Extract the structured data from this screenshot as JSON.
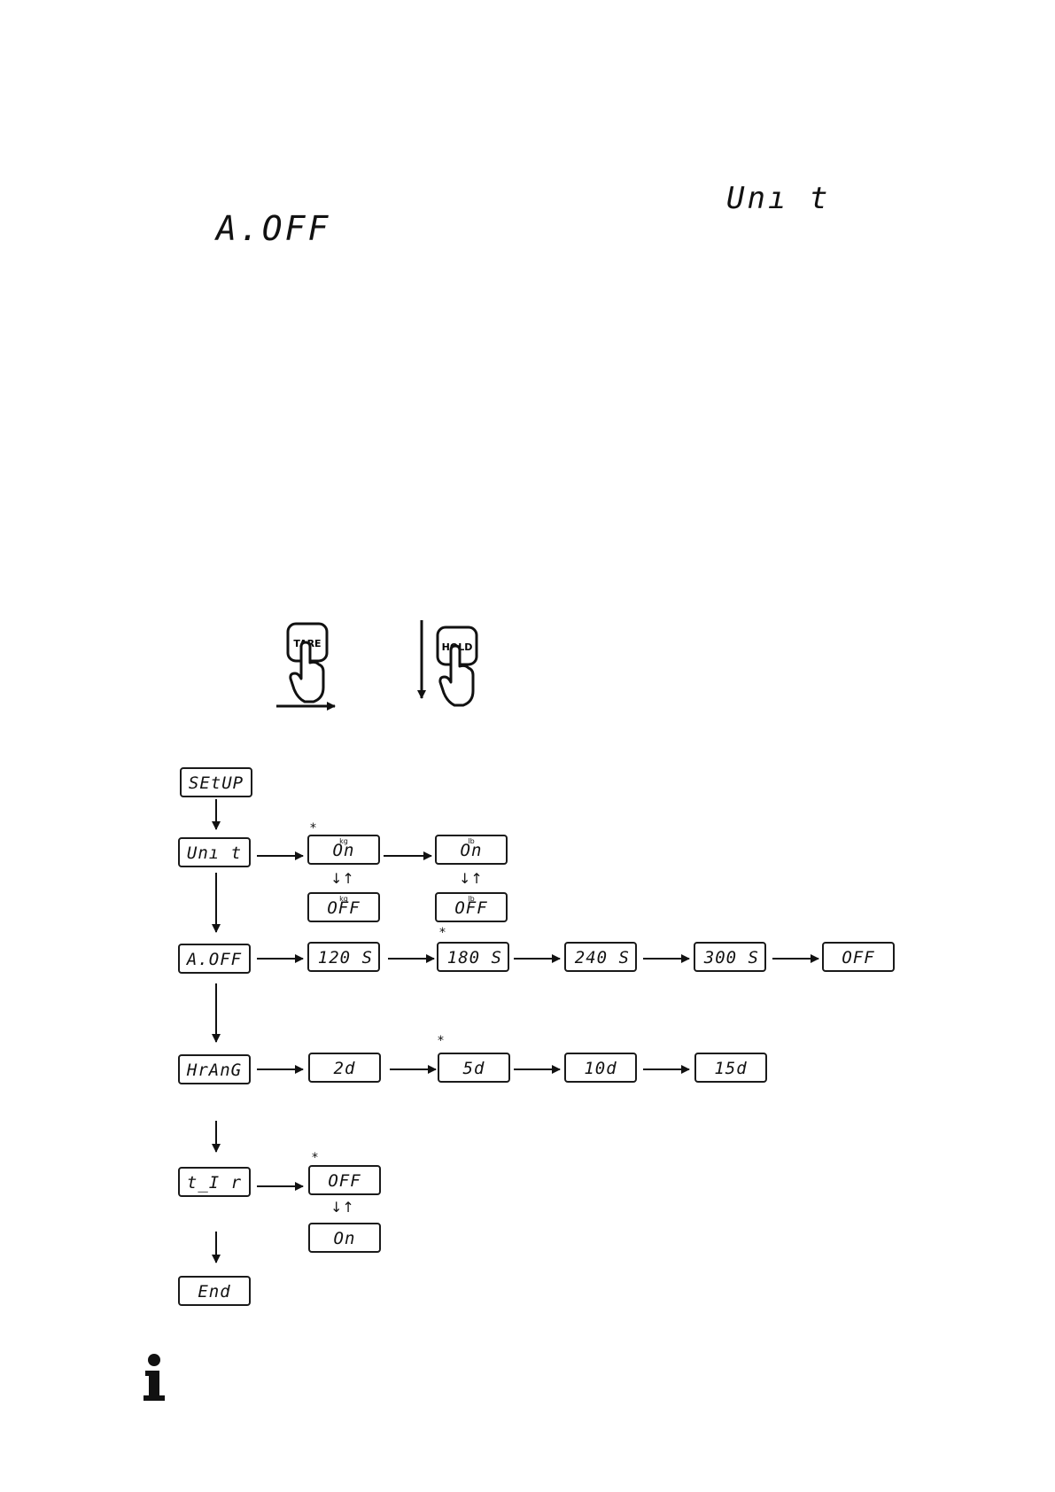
{
  "header": {
    "display_unit": "Unı t",
    "display_aoff": "A.OFF"
  },
  "keys": {
    "tare": "TARE",
    "hold": "HOLD"
  },
  "menu": {
    "setup": "SEtUP",
    "unit": "Unı t",
    "aoff": "A.OFF",
    "hrang": "HrAnG",
    "tir": "t_I r",
    "end": "End"
  },
  "unit_options": {
    "kg_on": {
      "unit": "kg",
      "value": "On"
    },
    "lb_on": {
      "unit": "lb",
      "value": "On"
    },
    "kg_off": {
      "unit": "kg",
      "value": "OFF"
    },
    "lb_off": {
      "unit": "lb",
      "value": "OFF"
    }
  },
  "aoff_options": [
    "120 S",
    "180 S",
    "240 S",
    "300 S",
    "OFF"
  ],
  "hrang_options": [
    "2d",
    "5d",
    "10d",
    "15d"
  ],
  "tir_options": {
    "off": "OFF",
    "on": "On"
  },
  "symbols": {
    "default_marker": "*",
    "toggle": "↓↑",
    "info": "i"
  }
}
